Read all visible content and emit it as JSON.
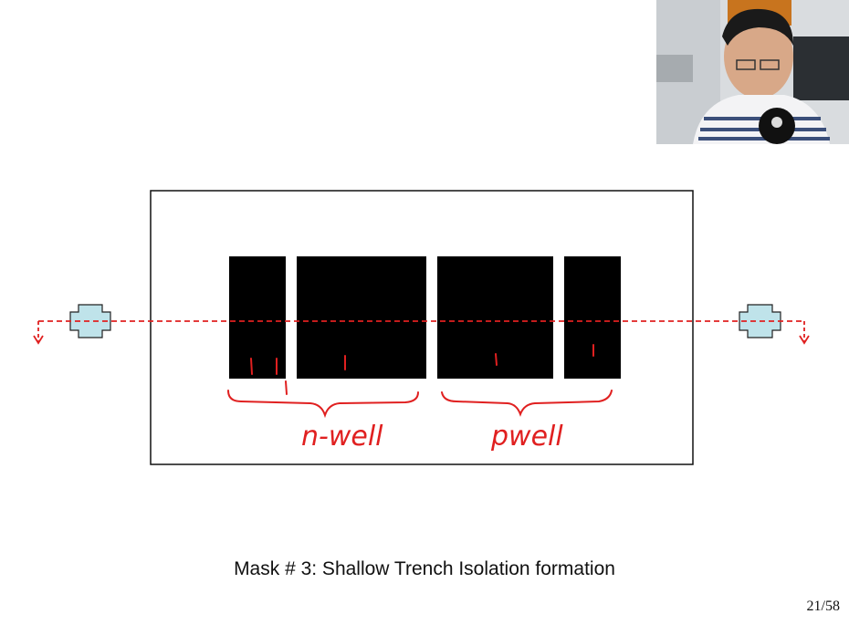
{
  "slide": {
    "caption": "Mask # 3: Shallow Trench Isolation formation",
    "page_number": "21/58"
  },
  "annotations": {
    "n_well_label": "n-well",
    "p_well_label": "pwell",
    "tick_mark": "1"
  },
  "colors": {
    "active_area": "#000000",
    "cut_line": "#e02020",
    "contact_pad": "#bfe3ea",
    "handwriting": "#e02020"
  },
  "webcam": {
    "label": "presenter-video"
  }
}
